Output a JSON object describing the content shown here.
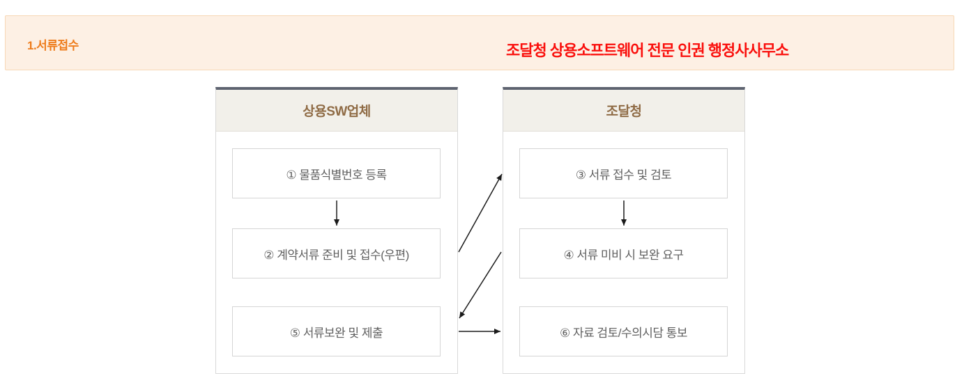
{
  "banner": {
    "step_label": "1.서류접수",
    "office_label": "조달청 상용소프트웨어 전문 인권 행정사사무소"
  },
  "columns": [
    {
      "title": "상용SW업체",
      "boxes": [
        "① 물품식별번호 등록",
        "② 계약서류 준비 및 접수(우편)",
        "⑤ 서류보완 및 제출"
      ]
    },
    {
      "title": "조달청",
      "boxes": [
        "③ 서류 접수 및 검토",
        "④ 서류 미비 시 보완 요구",
        "⑥ 자료 검토/수의시담 통보"
      ]
    }
  ],
  "flow": {
    "arrows": [
      "box1-to-box2-down",
      "box3-to-box4-down",
      "box2-to-box3-diagonal-up-right",
      "box4-to-box5-diagonal-down-left",
      "box5-to-box6-right"
    ]
  },
  "colors": {
    "banner_bg": "#fdf0e4",
    "banner_border": "#f7d8b6",
    "step_text": "#ee7c1b",
    "office_text": "#fa0f0c",
    "column_top_border": "#5e6370",
    "column_border": "#d8d8d8",
    "header_bg": "#f2f0ea",
    "header_text": "#8f6b45",
    "box_border": "#d5d5d5",
    "box_text": "#5f5f5f",
    "arrow": "#1a1a1a"
  }
}
